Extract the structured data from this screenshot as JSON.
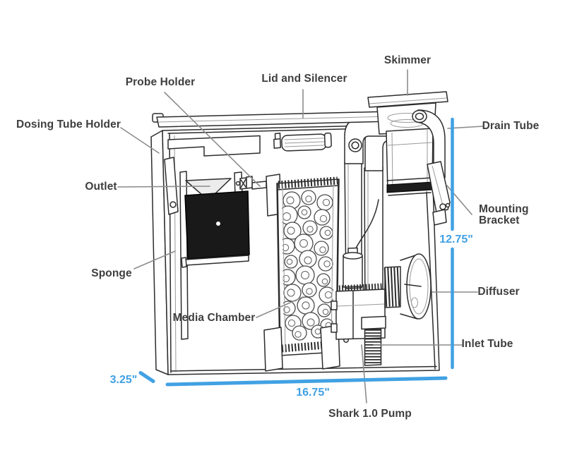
{
  "diagram": {
    "parts": {
      "dosing_tube_holder": "Dosing Tube Holder",
      "probe_holder": "Probe Holder",
      "lid_and_silencer": "Lid and Silencer",
      "skimmer": "Skimmer",
      "drain_tube": "Drain Tube",
      "outlet": "Outlet",
      "mounting_bracket": "Mounting Bracket",
      "sponge": "Sponge",
      "diffuser": "Diffuser",
      "media_chamber": "Media Chamber",
      "inlet_tube": "Inlet Tube",
      "pump": "Shark 1.0 Pump"
    },
    "dimensions": {
      "height": "12.75\"",
      "depth": "3.25\"",
      "width": "16.75\""
    },
    "colors": {
      "dimension_blue": "#41A1E3",
      "label_text": "#3E3E3E",
      "line_art": "#2C2C2C",
      "leader_gray": "#8C8C8C"
    }
  }
}
